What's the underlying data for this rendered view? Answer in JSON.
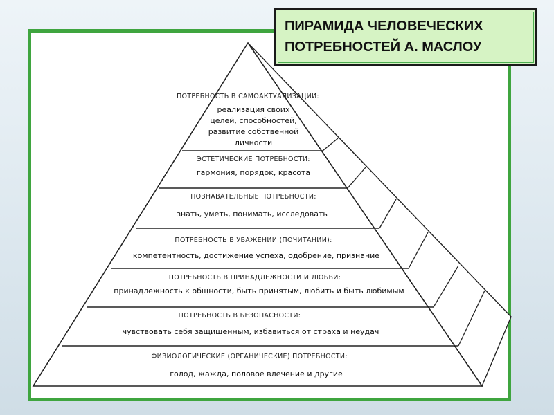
{
  "title": {
    "line1": "ПИРАМИДА ЧЕЛОВЕЧЕСКИХ",
    "line2": "ПОТРЕБНОСТЕЙ А. МАСЛОУ"
  },
  "levels": [
    {
      "heading": "ПОТРЕБНОСТЬ В САМОАКТУАЛИЗАЦИИ:",
      "body": [
        "реализация своих",
        "целей, способностей,",
        "развитие собственной",
        "личности"
      ]
    },
    {
      "heading": "ЭСТЕТИЧЕСКИЕ ПОТРЕБНОСТИ:",
      "body": [
        "гармония, порядок, красота"
      ]
    },
    {
      "heading": "ПОЗНАВАТЕЛЬНЫЕ ПОТРЕБНОСТИ:",
      "body": [
        "знать, уметь, понимать, исследовать"
      ]
    },
    {
      "heading": "ПОТРЕБНОСТЬ В УВАЖЕНИИ (ПОЧИТАНИИ):",
      "body": [
        "компетентность, достижение успеха, одобрение, признание"
      ]
    },
    {
      "heading": "ПОТРЕБНОСТЬ В ПРИНАДЛЕЖНОСТИ И ЛЮБВИ:",
      "body": [
        "принадлежность к общности, быть принятым, любить и быть любимым"
      ]
    },
    {
      "heading": "ПОТРЕБНОСТЬ В БЕЗОПАСНОСТИ:",
      "body": [
        "чувствовать себя защищенным, избавиться от страха и неудач"
      ]
    },
    {
      "heading": "ФИЗИОЛОГИЧЕСКИЕ (ОРГАНИЧЕСКИЕ) ПОТРЕБНОСТИ:",
      "body": [
        "голод, жажда, половое влечение и другие"
      ]
    }
  ]
}
